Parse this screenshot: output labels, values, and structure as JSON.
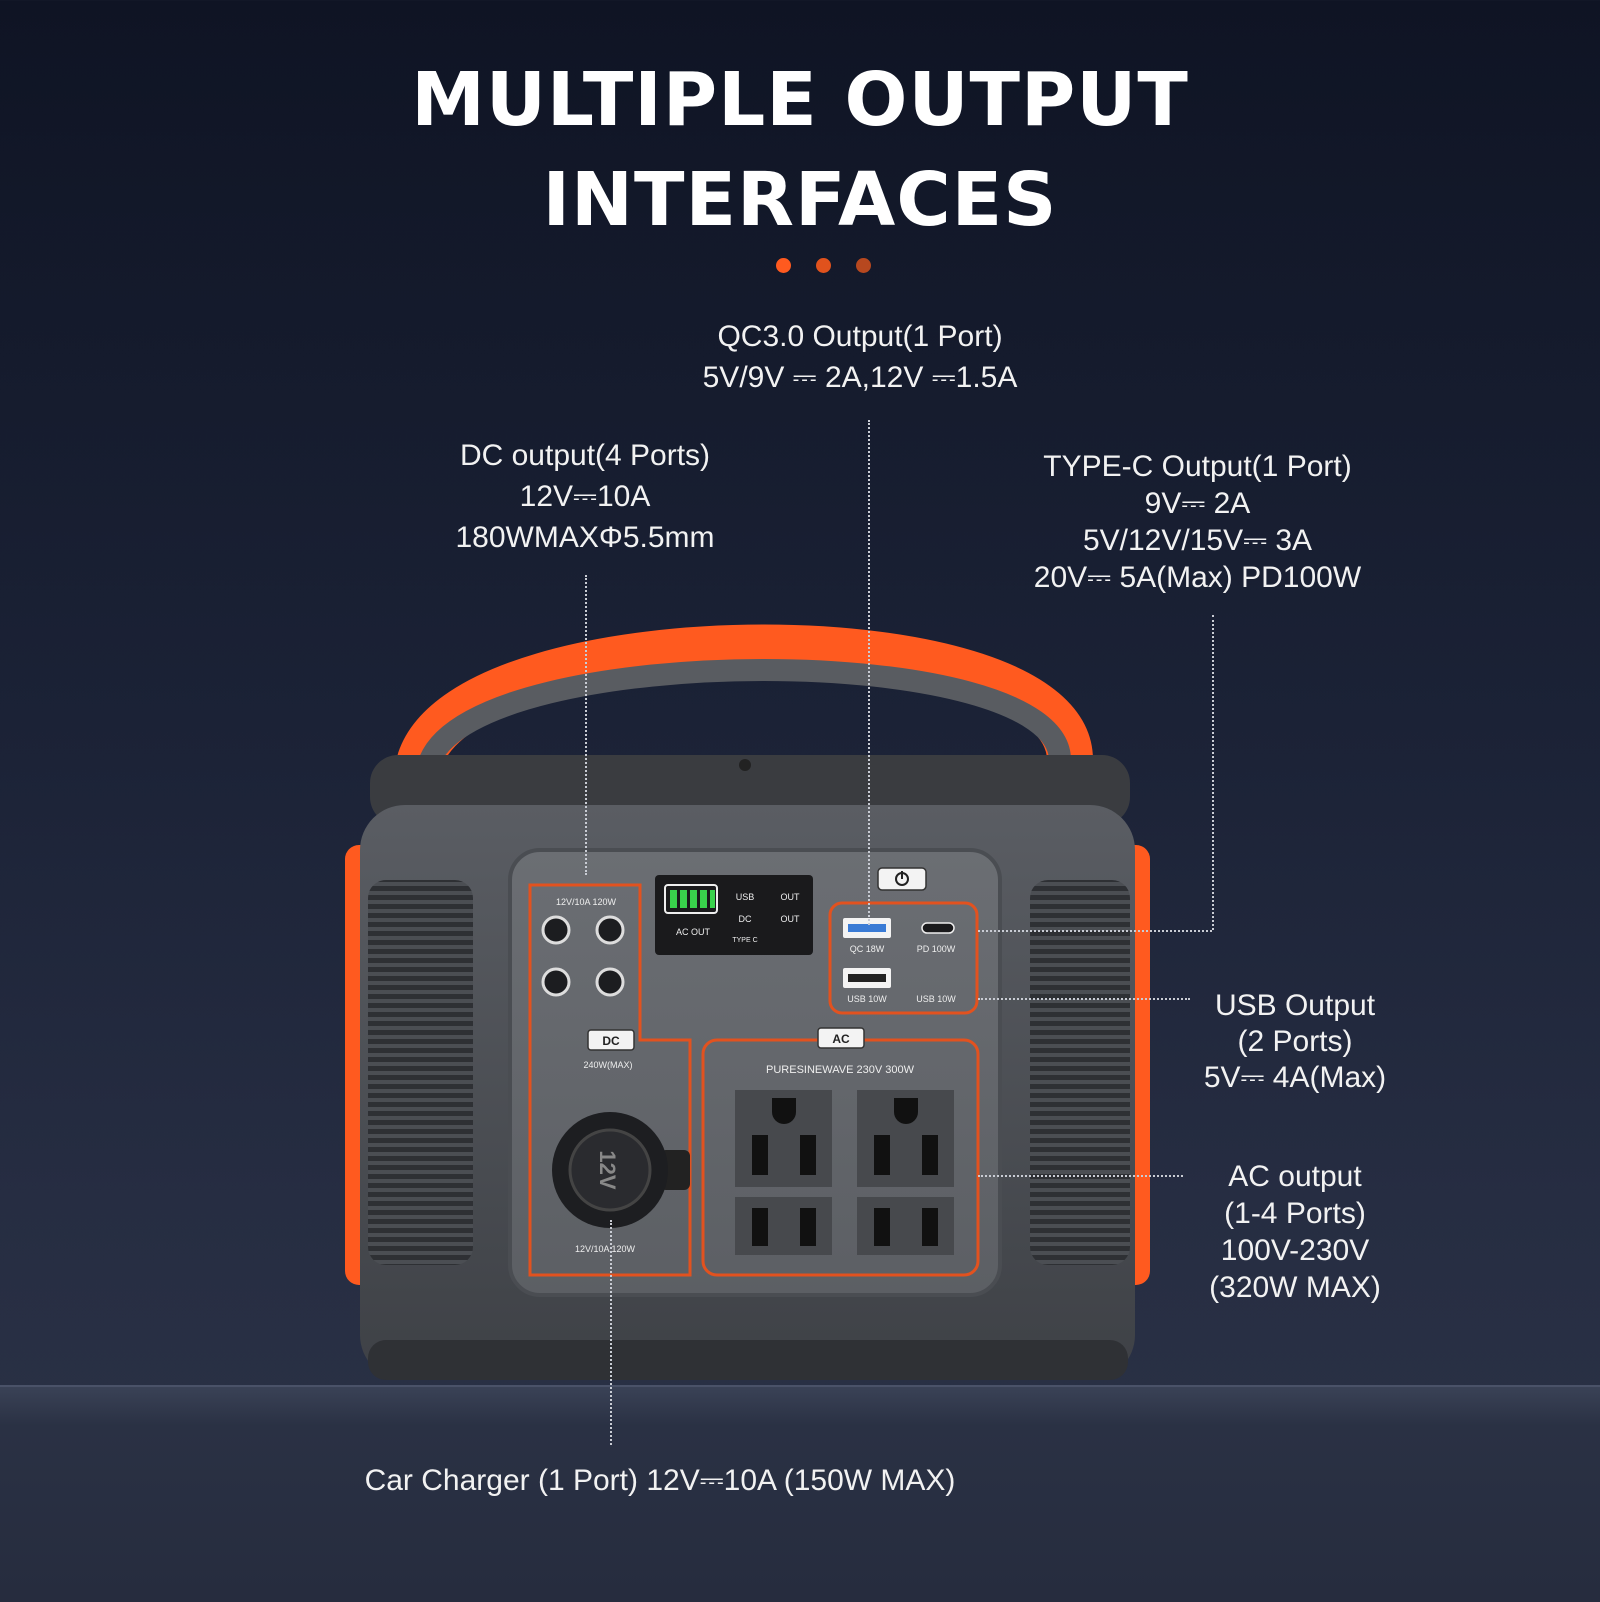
{
  "title": {
    "line1": "MULTIPLE OUTPUT",
    "line2": "INTERFACES"
  },
  "colors": {
    "accent": "#ff5a1f",
    "dot1": "#ff5a1f",
    "dot2": "#e0521d",
    "dot3": "#b7481f"
  },
  "callouts": {
    "qc": {
      "line1": "QC3.0 Output(1 Port)",
      "line2": "5V/9V ⎓ 2A,12V ⎓1.5A"
    },
    "dc": {
      "line1": "DC output(4 Ports)",
      "line2": "12V⎓10A",
      "line3": "180WMAXΦ5.5mm"
    },
    "typec": {
      "line1": "TYPE-C Output(1 Port)",
      "line2": "9V⎓ 2A",
      "line3": "5V/12V/15V⎓ 3A",
      "line4": "20V⎓ 5A(Max) PD100W"
    },
    "usb": {
      "line1": "USB Output",
      "line2": "(2 Ports)",
      "line3": "5V⎓ 4A(Max)"
    },
    "ac": {
      "line1": "AC output",
      "line2": "(1-4 Ports)",
      "line3": "100V-230V",
      "line4": "(320W MAX)"
    },
    "car": {
      "line1": "Car Charger (1 Port) 12V⎓10A (150W MAX)"
    }
  },
  "device": {
    "dc_top_label": "12V/10A 120W",
    "dc_badge": "DC",
    "dc_sub": "240W(MAX)",
    "car_label": "12V/10A 120W",
    "car_socket": "12V",
    "ac_badge": "AC",
    "ac_sub": "PURESINEWAVE 230V 300W",
    "usb_qc": "QC 18W",
    "usb_pd": "PD 100W",
    "usb_a1": "USB 10W",
    "usb_a2": "USB 10W",
    "display": {
      "ac_out": "AC OUT",
      "usb": "USB",
      "dc": "DC",
      "typec": "TYPE C",
      "out1": "OUT",
      "out2": "OUT"
    }
  }
}
